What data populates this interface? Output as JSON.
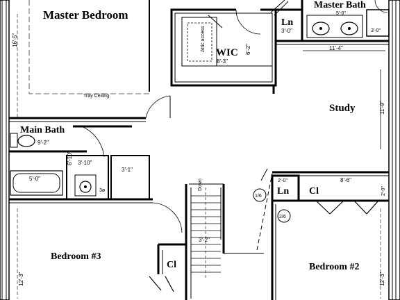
{
  "rooms": {
    "master_bedroom": "Master Bedroom",
    "master_bath": "Master Bath",
    "wic": "WIC",
    "ln_top": "Ln",
    "study": "Study",
    "main_bath": "Main Bath",
    "ln_mid": "Ln",
    "cl_mid": "Cl",
    "bedroom3": "Bedroom #3",
    "bedroom2": "Bedroom #2",
    "cl_bottom": "Cl"
  },
  "notes": {
    "tray_ceiling": "Tray Ceiling",
    "attic_access": "Attic access",
    "down": "Down",
    "door_1_6": "1/6",
    "door_2_6": "2/6",
    "tub_code": "3ø"
  },
  "dimensions": {
    "mb_height": "16'-5\"",
    "wic_width": "8'-3\"",
    "wic_depth": "6'-2\"",
    "ln_top": "3'-0\"",
    "mbath_width": "5'-0\"",
    "mbath_small": "3'-0\"",
    "study_width": "11'-4\"",
    "study_depth": "11'-9\"",
    "main_bath_width": "9'-2\"",
    "tub_length": "5'-0\"",
    "bath_depth": "6'-10\"",
    "toilet_width": "3'-10\"",
    "linen_width": "3'-1\"",
    "stair_width": "3'-2\"",
    "ln_mid": "2'-0\"",
    "cl_mid": "8'-6\"",
    "cl_mid_depth": "2'-0\"",
    "bed3_depth": "12'-3\"",
    "bed2_depth": "12'-3\""
  }
}
